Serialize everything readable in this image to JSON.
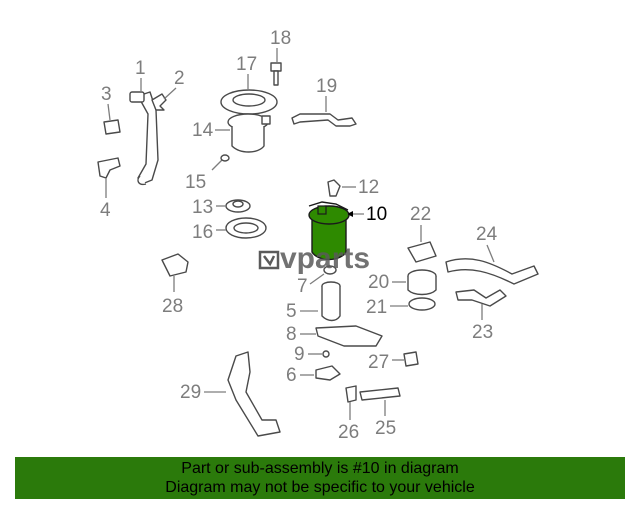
{
  "highlight_color": "#2e8a00",
  "banner_color": "#2b7a0b",
  "callouts": {
    "c1": "1",
    "c2": "2",
    "c3": "3",
    "c4": "4",
    "c5": "5",
    "c6": "6",
    "c7": "7",
    "c8": "8",
    "c9": "9",
    "c10": "10",
    "c12": "12",
    "c13": "13",
    "c14": "14",
    "c15": "15",
    "c16": "16",
    "c17": "17",
    "c18": "18",
    "c19": "19",
    "c20": "20",
    "c21": "21",
    "c22": "22",
    "c23": "23",
    "c24": "24",
    "c25": "25",
    "c26": "26",
    "c27": "27",
    "c28": "28",
    "c29": "29"
  },
  "watermark": "vparts",
  "banner": {
    "line1": "Part or sub-assembly is #10 in diagram",
    "line2": "Diagram may not be specific to your vehicle"
  }
}
